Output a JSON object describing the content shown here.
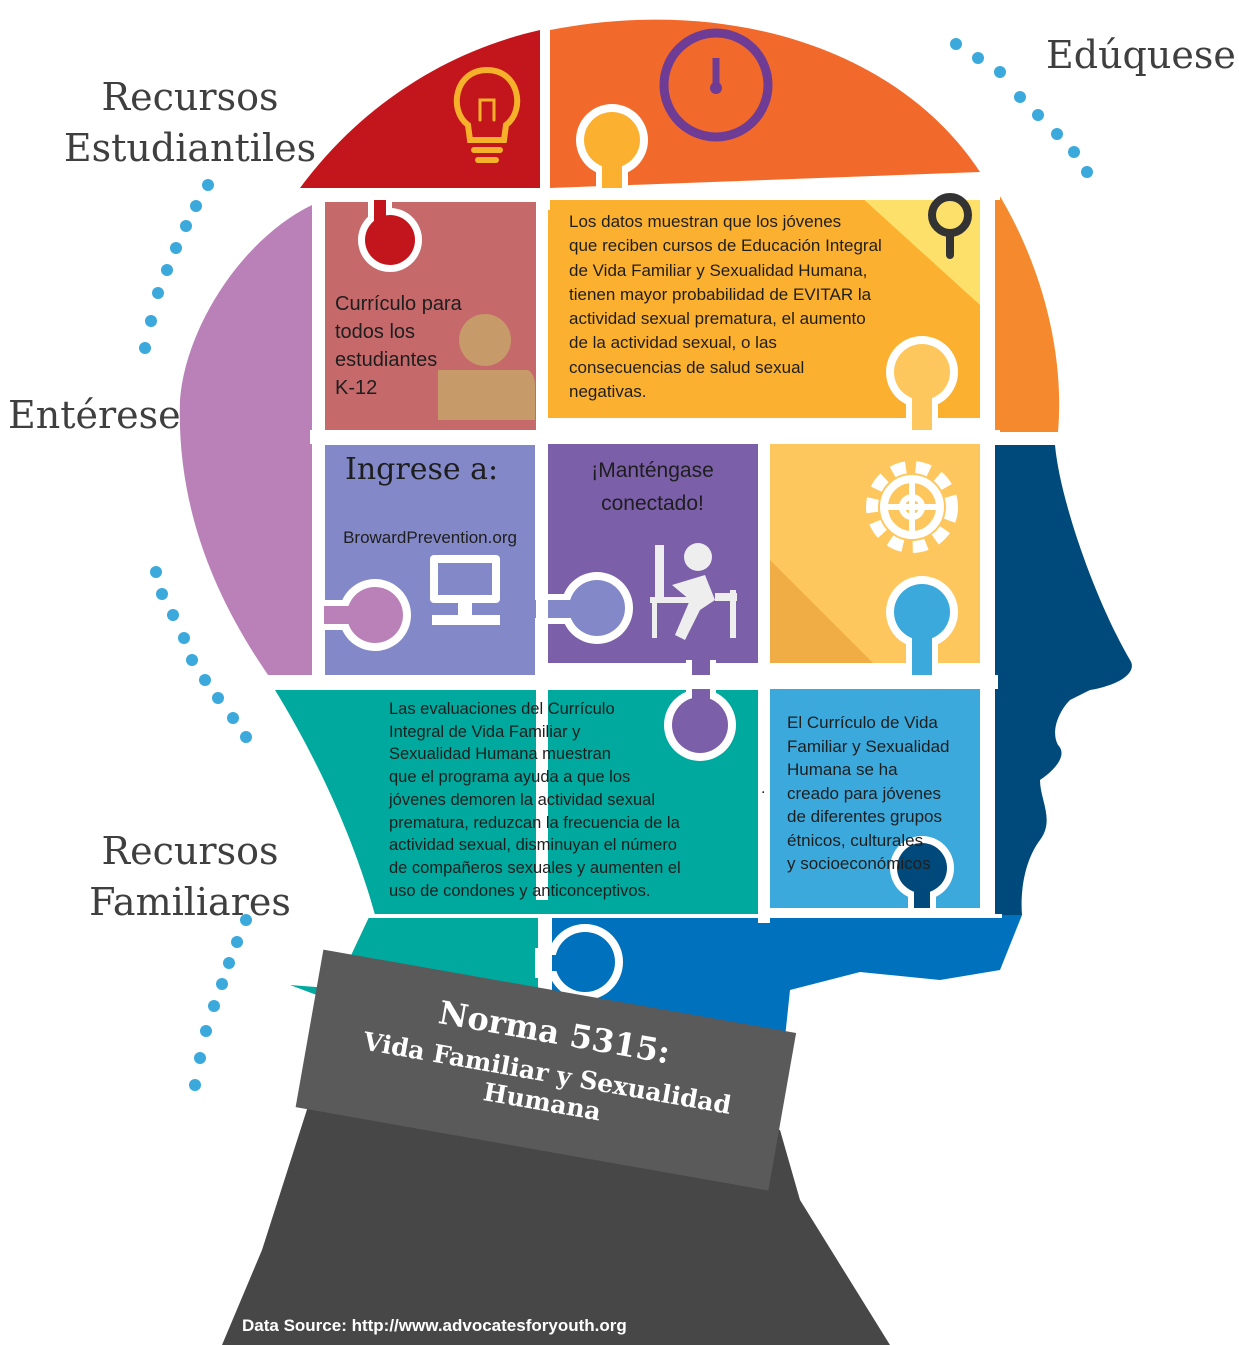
{
  "labels": {
    "student_resources": "Recursos\nEstudiantiles",
    "educate": "Edúquese",
    "get_informed": "Entérese",
    "family_resources": "Recursos\nFamiliares"
  },
  "tiles": {
    "curriculum_all": "Currículo para\ntodos los\nestudiantes\n   K-12",
    "data_shows": "Los datos muestran que los jóvenes\nque reciben cursos de Educación Integral\nde Vida Familiar y Sexualidad Humana,\ntienen mayor probabilidad de EVITAR la\nactividad sexual prematura, el aumento\nde la actividad sexual, o las\nconsecuencias de salud sexual\nnegativas.",
    "visit_label": "Ingrese a:",
    "visit_url": "BrowardPrevention.org",
    "stay_connected": "¡Manténgase\nconectado!",
    "evaluations": "Las evaluaciones del Currículo\nIntegral de Vida Familiar y\nSexualidad Humana muestran\nque el programa ayuda a que los\njóvenes demoren la actividad sexual\nprematura, reduzcan la frecuencia de la\nactividad sexual, disminuyan el número\nde compañeros sexuales y aumenten el\nuso de condones y anticonceptivos.",
    "designed_for": "El Currículo de Vida\nFamiliar y Sexualidad\nHumana se ha\ncreado para jóvenes\nde diferentes grupos\nétnicos, culturales\ny socioeconómicos",
    "dot": "."
  },
  "banner": {
    "title": "Norma 5315:",
    "subtitle": "Vida Familiar y Sexualidad Humana"
  },
  "source": "Data Source: http://www.advocatesforyouth.org",
  "colors": {
    "red": "#c3161c",
    "orange": "#f26a2b",
    "amber": "#fbb030",
    "light_orange": "#f5892e",
    "purple_light": "#b981b8",
    "rose": "#c5696b",
    "periwinkle": "#8389c8",
    "violet": "#7b5fa8",
    "yellow_light": "#fec75d",
    "navy": "#004a7b",
    "teal": "#00a99d",
    "sky": "#3ca9dc",
    "blue": "#0071bc",
    "banner_dark": "#5a5a5a",
    "neck": "#474747",
    "dots": "#3ba9dc"
  },
  "icons": [
    "lightbulb-icon",
    "clock-icon",
    "magnifier-icon",
    "person-icon",
    "computer-icon",
    "desk-user-icon",
    "gear-icon"
  ]
}
